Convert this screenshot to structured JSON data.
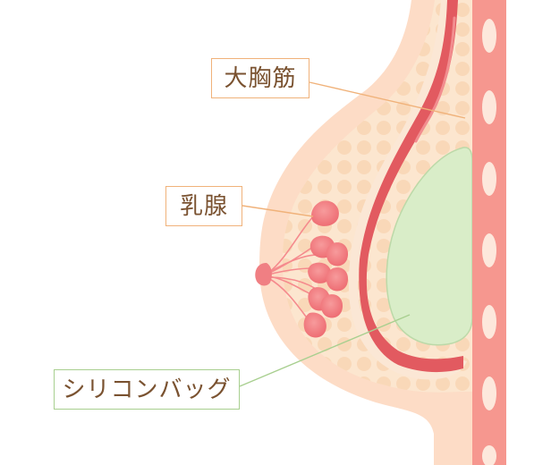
{
  "labels": {
    "pectoralis_major": "大胸筋",
    "mammary_gland": "乳腺",
    "silicone_bag": "シリコンバッグ"
  },
  "colors": {
    "skin": "#fddcc6",
    "fat": "#fce6cf",
    "fat_dots": "#f8cfa9",
    "muscle": "#e25a60",
    "muscle_light": "#f28d8f",
    "gland": "#f5868a",
    "implant": "#d9edc8",
    "implant_edge": "#bcd9a8",
    "rib": "#f6978f",
    "rib_oval": "#fde8dc",
    "label_text": "#7a5230",
    "label_border_orange": "#f0b27a",
    "label_border_green": "#a8cf8f"
  }
}
